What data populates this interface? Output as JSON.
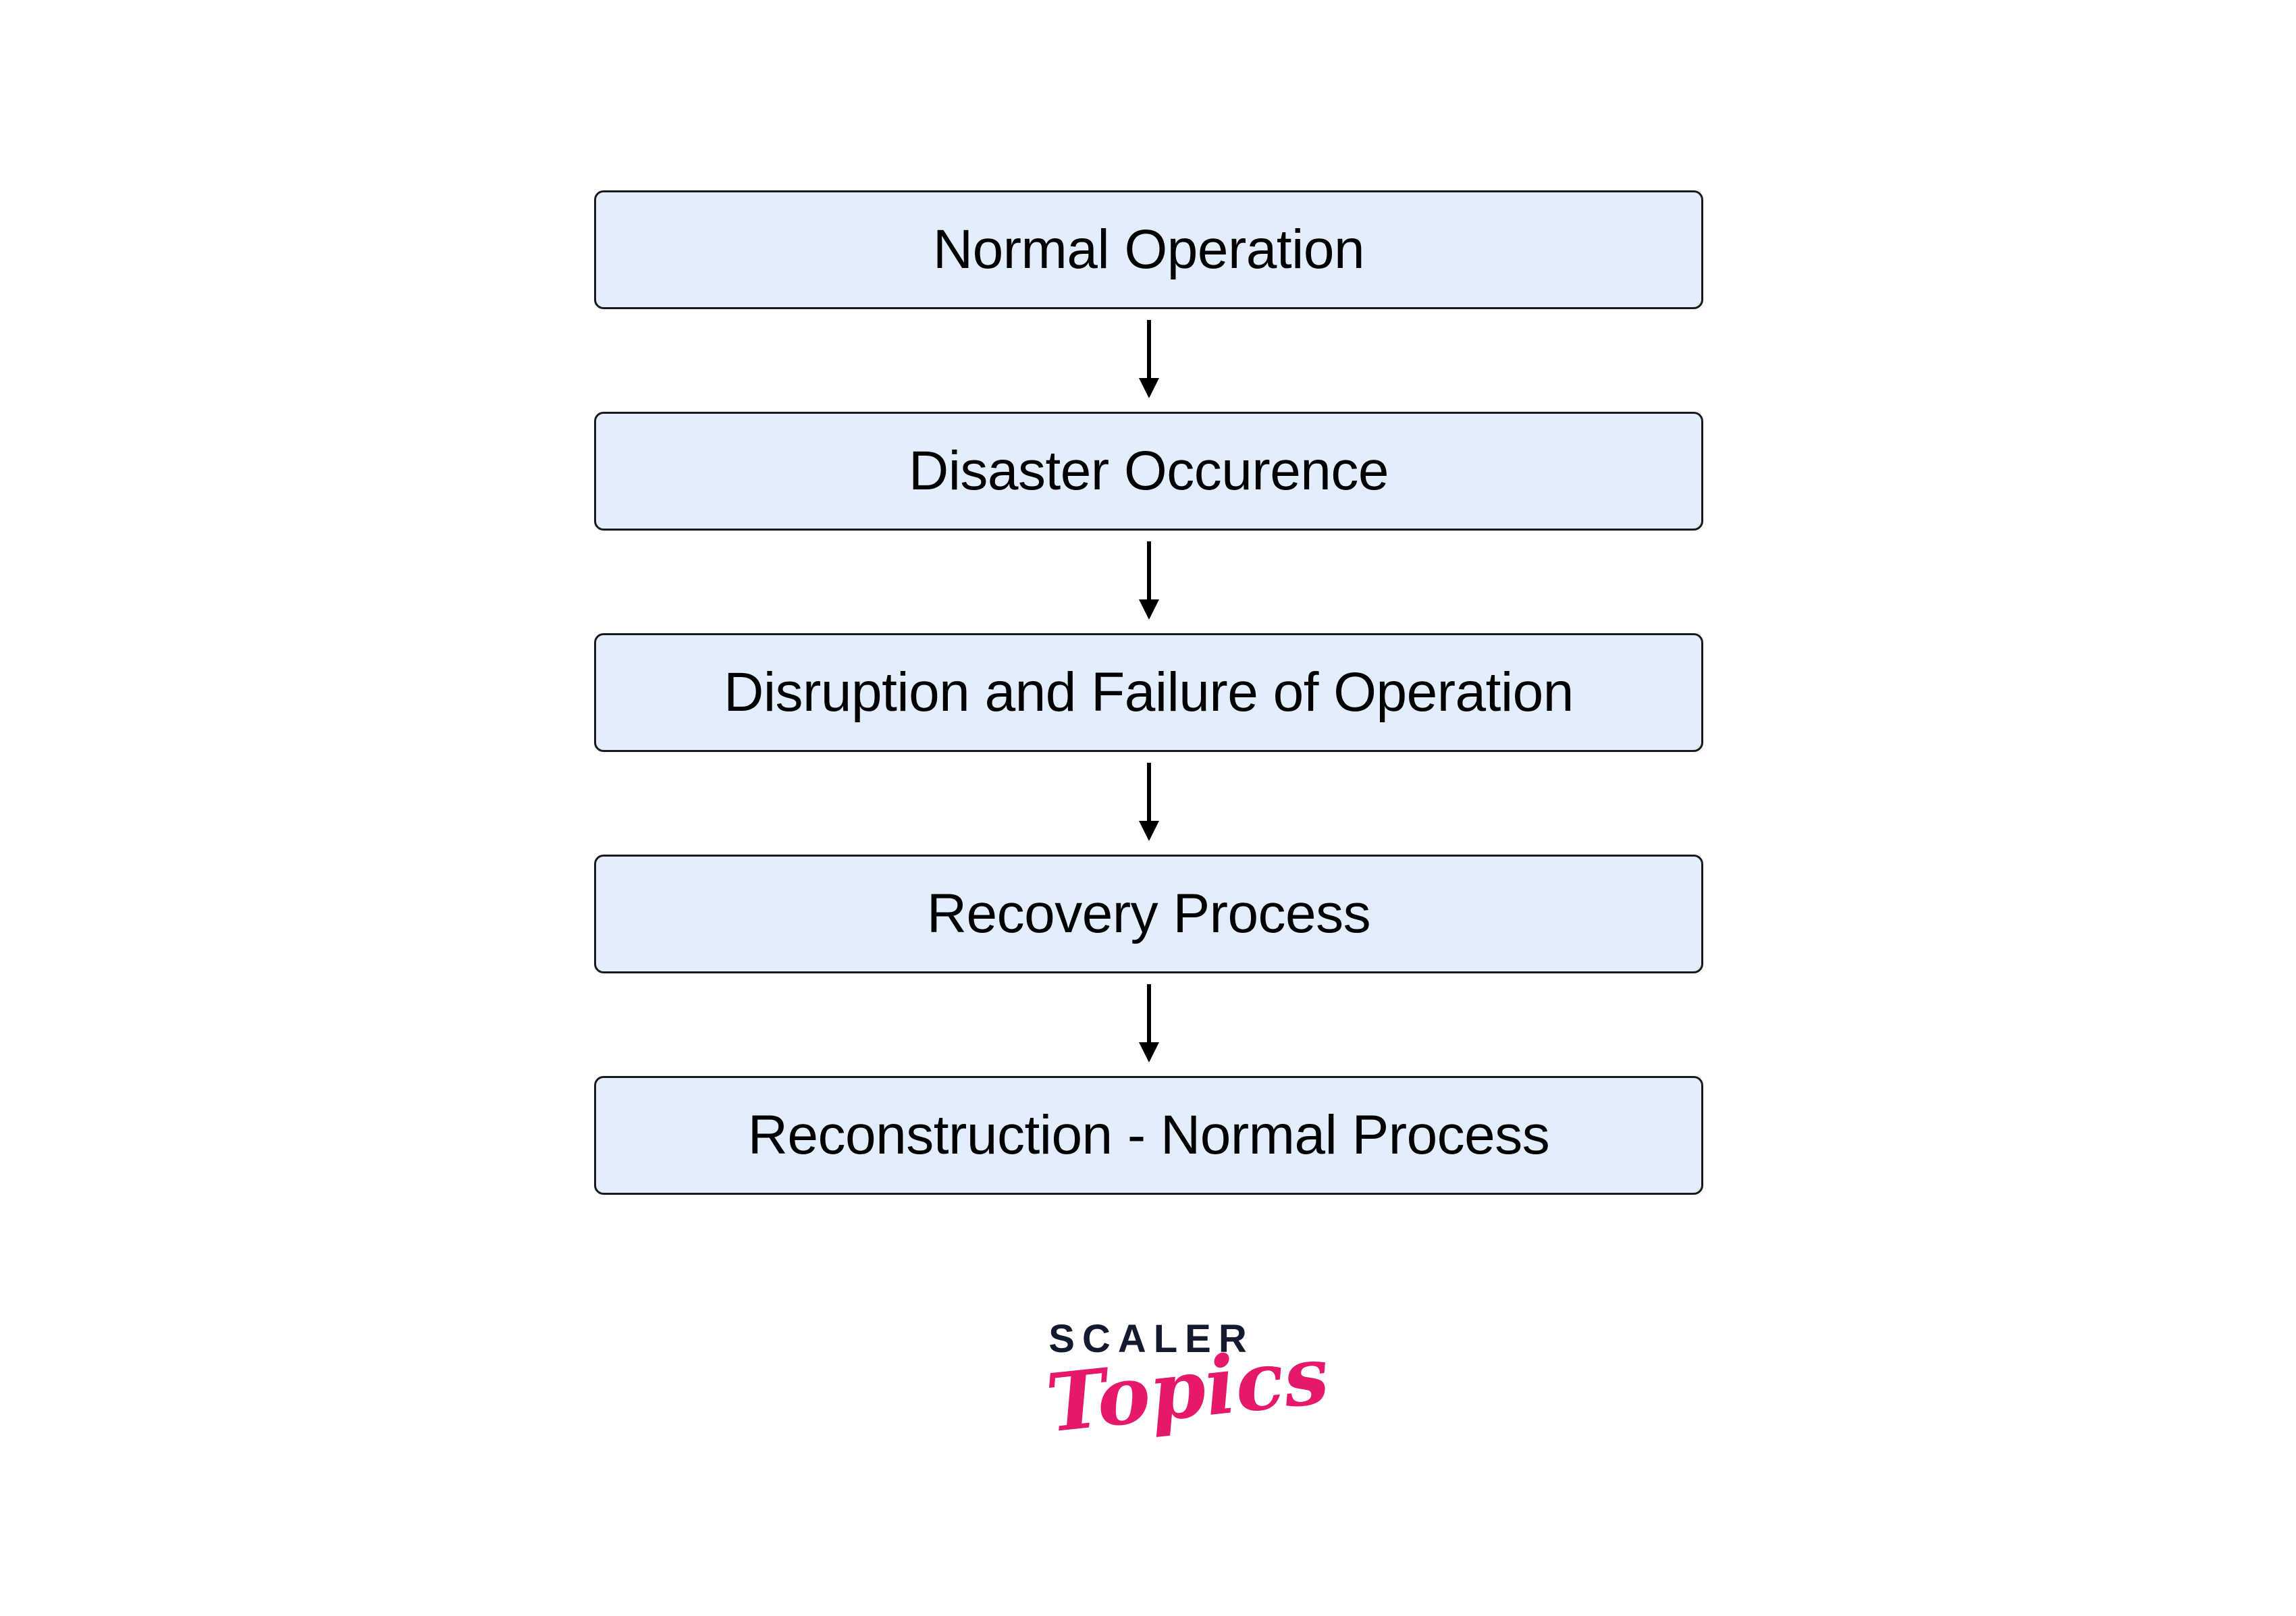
{
  "diagram": {
    "type": "flowchart",
    "orientation": "vertical",
    "node_fill_color": "#e2eefc",
    "node_border_color": "#1a1a1e",
    "connector_color": "#000000",
    "text_color": "#000000",
    "background_color": "#ffffff",
    "nodes": [
      {
        "id": "normal-operation",
        "label": "Normal Operation"
      },
      {
        "id": "disaster-occurence",
        "label": "Disaster Occurence"
      },
      {
        "id": "disruption-and-failure-of-operation",
        "label": "Disruption and Failure of Operation"
      },
      {
        "id": "recovery-process",
        "label": "Recovery Process"
      },
      {
        "id": "reconstruction-normal-process",
        "label": "Reconstruction - Normal Process"
      }
    ],
    "edges": [
      {
        "from": "normal-operation",
        "to": "disaster-occurence",
        "marker": "arrow-down"
      },
      {
        "from": "disaster-occurence",
        "to": "disruption-and-failure-of-operation",
        "marker": "arrow-down"
      },
      {
        "from": "disruption-and-failure-of-operation",
        "to": "recovery-process",
        "marker": "arrow-down"
      },
      {
        "from": "recovery-process",
        "to": "reconstruction-normal-process",
        "marker": "arrow-down"
      }
    ]
  },
  "logo": {
    "wordmark": "SCALER",
    "script": "Topics",
    "wordmark_color": "#131a30",
    "script_color": "#e5186b"
  }
}
